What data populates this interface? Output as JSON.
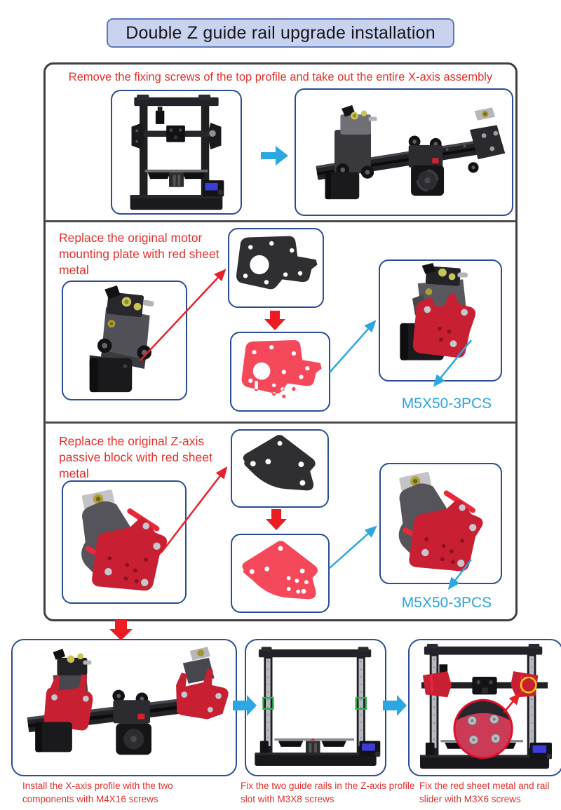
{
  "title": "Double Z guide rail upgrade installation",
  "steps": {
    "step1": {
      "heading": "Remove the fixing screws of the top profile and take out the entire X-axis assembly"
    },
    "step2": {
      "heading": "Replace the original motor mounting plate with red sheet metal",
      "screw_label": "M5X50-3PCS"
    },
    "step3": {
      "heading": "Replace the original Z-axis passive block with red sheet metal",
      "screw_label": "M5X50-3PCS"
    },
    "step4": {
      "caption": "Install the X-axis profile with the two components with M4X16 screws"
    },
    "step5": {
      "caption": "Fix the two guide rails in the Z-axis profile slot with M3X8 screws"
    },
    "step6": {
      "caption": "Fix the red sheet metal and rail slider with M3X6 screws"
    }
  },
  "icons": {
    "arrow_right": "block right arrow",
    "arrow_down": "block down arrow",
    "arrow_pointer": "thin pointer arrow"
  },
  "colors": {
    "heading_red": "#e2312d",
    "label_blue": "#2aa4de",
    "box_border_navy": "#2b4d92",
    "outer_border": "#3f3f42",
    "arrow_blue": "#2ba7e2",
    "arrow_red": "#ec1c24",
    "title_bg": "#c9d3ef",
    "title_border": "#5c79b8",
    "red_sheet_metal": "#f5495b",
    "dark_sheet_metal": "#2f2f32",
    "green_highlight": "#25b14b",
    "yellow_highlight": "#f2d505"
  }
}
